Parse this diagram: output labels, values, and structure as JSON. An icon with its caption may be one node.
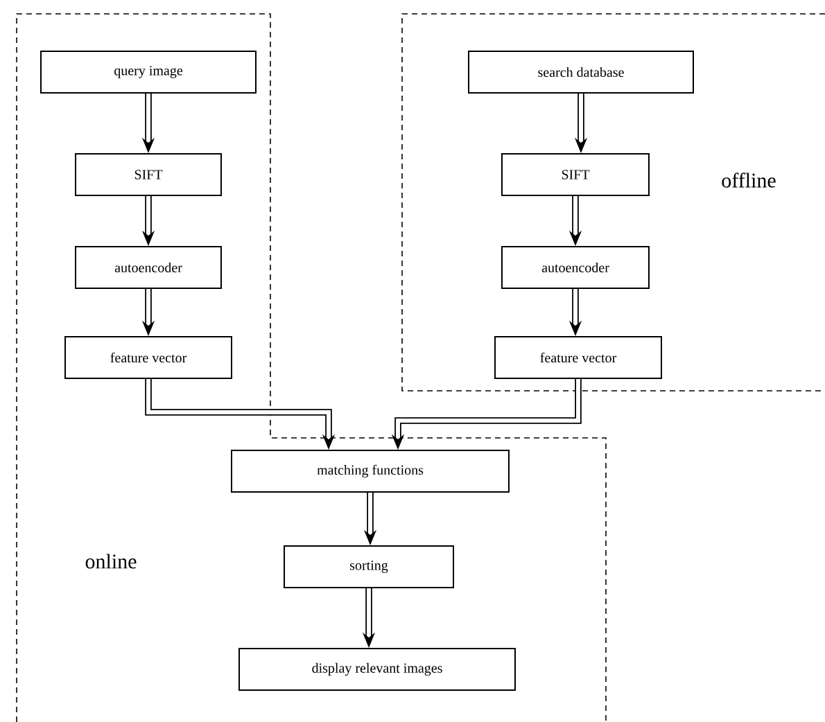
{
  "diagram": {
    "nodes": [
      {
        "text": [
          "query image"
        ]
      },
      {
        "text": [
          "SIFT"
        ]
      },
      {
        "text": [
          "autoencoder"
        ]
      },
      {
        "text": [
          "feature vector"
        ]
      },
      {
        "text": [
          "search database"
        ]
      },
      {
        "text": [
          "SIFT"
        ]
      },
      {
        "text": [
          "autoencoder"
        ]
      },
      {
        "text": [
          "feature vector"
        ]
      },
      {
        "text": [
          "matching functions"
        ]
      },
      {
        "text": [
          "sorting"
        ]
      },
      {
        "text": [
          "display relevant images"
        ]
      }
    ],
    "edges": [
      {
        "from": 0,
        "to": 1,
        "arrow": "to"
      },
      {
        "from": 1,
        "to": 2,
        "arrow": "to"
      },
      {
        "from": 2,
        "to": 3,
        "arrow": "to"
      },
      {
        "from": 3,
        "to": 8,
        "arrow": "to"
      },
      {
        "from": 4,
        "to": 5,
        "arrow": "to"
      },
      {
        "from": 5,
        "to": 6,
        "arrow": "to"
      },
      {
        "from": 6,
        "to": 7,
        "arrow": "to"
      },
      {
        "from": 7,
        "to": 8,
        "arrow": "to"
      },
      {
        "from": 8,
        "to": 9,
        "arrow": "to"
      },
      {
        "from": 9,
        "to": 10,
        "arrow": "to"
      }
    ],
    "labels": [
      "offline",
      "online"
    ]
  }
}
